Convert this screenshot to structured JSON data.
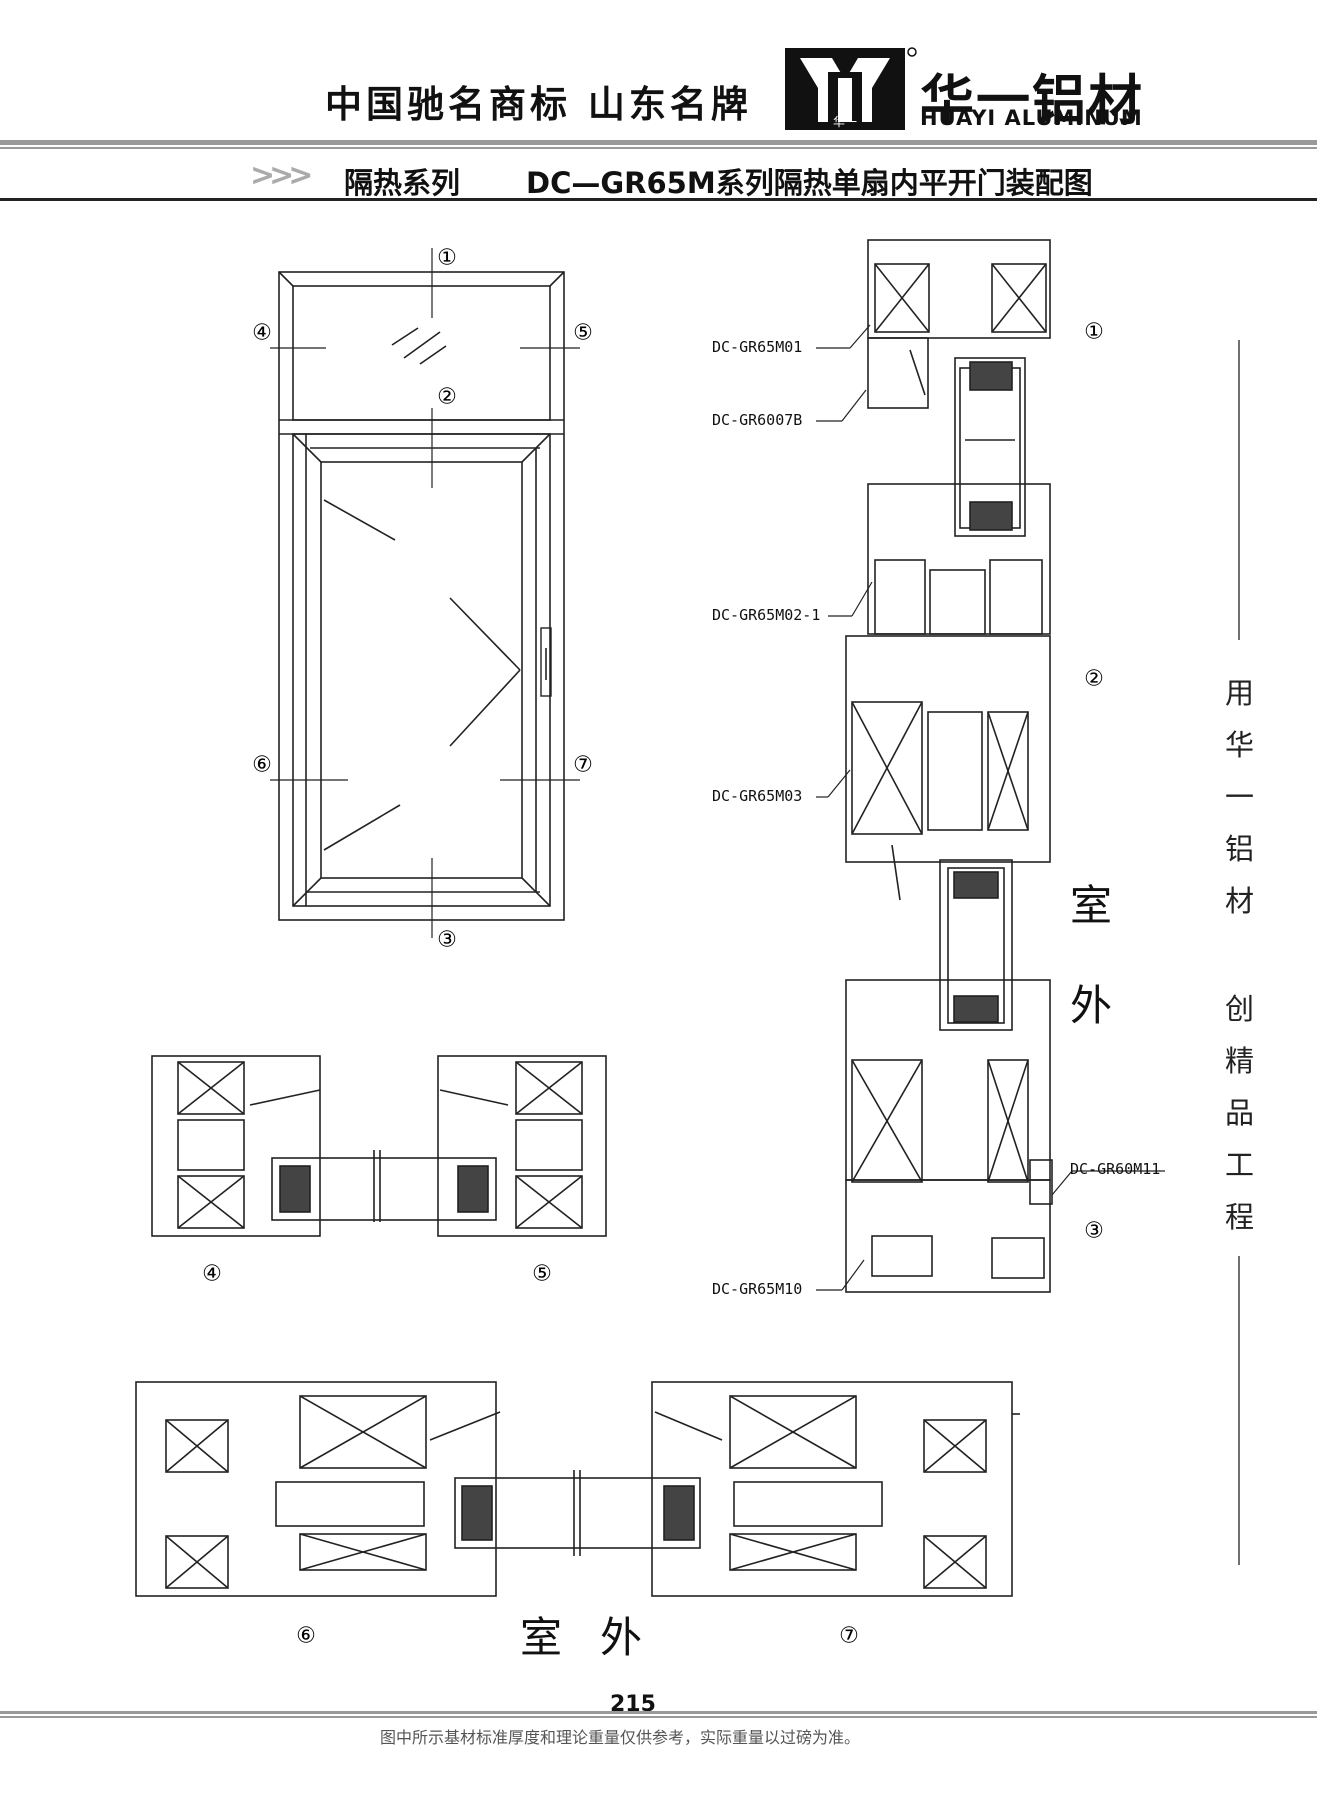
{
  "header": {
    "slogan": "中国驰名商标  山东名牌",
    "brand_cn": "华一铝材",
    "brand_en": "HUAYI ALUMINUM",
    "logo_mark": "华一",
    "arrows": ">>>",
    "series": "隔热系列",
    "drawing_title": "DC—GR65M系列隔热单扇内平开门装配图"
  },
  "markers": {
    "m1": "①",
    "m2": "②",
    "m3": "③",
    "m4": "④",
    "m5": "⑤",
    "m6": "⑥",
    "m7": "⑦"
  },
  "part_labels": {
    "p1": "DC-GR65M01",
    "p2": "DC-GR6007B",
    "p3": "DC-GR65M02-1",
    "p4": "DC-GR65M03",
    "p5": "DC-GR60M11",
    "p6": "DC-GR65M10"
  },
  "side_labels": {
    "shi": "室",
    "wai": "外"
  },
  "bottom_labels": {
    "shi": "室",
    "wai": "外"
  },
  "side_slogan": [
    "用",
    "华",
    "一",
    "铝",
    "材",
    "创",
    "精",
    "品",
    "工",
    "程"
  ],
  "footer": {
    "page_number": "215",
    "note": "图中所示基材标准厚度和理论重量仅供参考，实际重量以过磅为准。"
  }
}
